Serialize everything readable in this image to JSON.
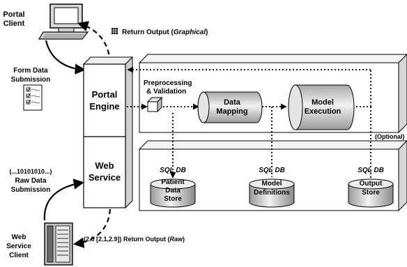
{
  "portal_client": {
    "line1": "Portal",
    "line2": "Client"
  },
  "web_service_client": {
    "line1": "Web",
    "line2": "Service",
    "line3": "Client"
  },
  "return_output_graphical": {
    "prefix": "Return Output (",
    "mode": "Graphical",
    "suffix": ")"
  },
  "form_data_submission": {
    "line1": "Form Data",
    "line2": "Submission"
  },
  "raw_data_submission": {
    "line1": "(...10101010...)",
    "line2": "Raw Data",
    "line3": "Submission"
  },
  "portal_engine": {
    "line1": "Portal",
    "line2": "Engine"
  },
  "web_service": {
    "line1": "Web",
    "line2": "Service"
  },
  "preprocessing": {
    "line1": "Preprocessing",
    "line2": "& Validation"
  },
  "data_mapping": {
    "line1": "Data",
    "line2": "Mapping"
  },
  "model_execution": {
    "line1": "Model",
    "line2": "Execution"
  },
  "optional": "(Optional)",
  "databases": [
    {
      "tag": "SQL DB",
      "line1": "Patient",
      "line2": "Data",
      "line3": "Store"
    },
    {
      "tag": "SQL DB",
      "line1": "Model",
      "line2": "Definitions",
      "line3": ""
    },
    {
      "tag": "SQL DB",
      "line1": "Output",
      "line2": "Store",
      "line3": ""
    }
  ],
  "return_output_raw": {
    "value": "(2.5 [2.1,2.9])",
    "prefix": " Return Output (",
    "mode": "Raw",
    "suffix": ")"
  }
}
